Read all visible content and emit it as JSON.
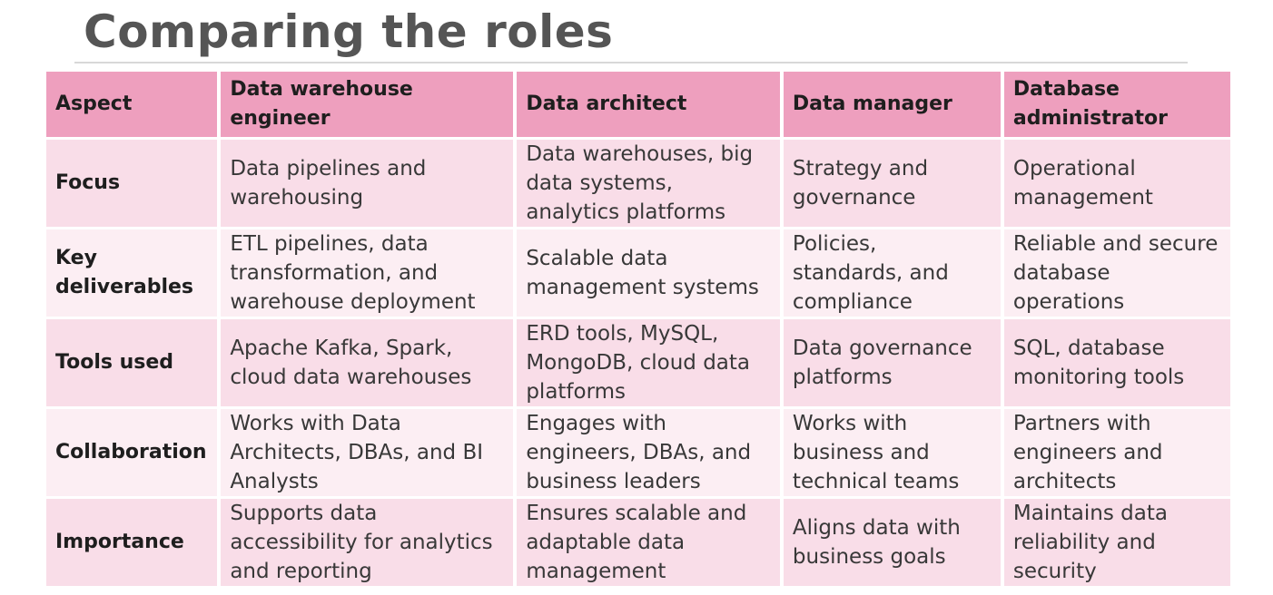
{
  "title": "Comparing the roles",
  "table": {
    "headers": [
      "Aspect",
      "Data warehouse engineer",
      "Data architect",
      "Data manager",
      "Database administrator"
    ],
    "rows": [
      {
        "aspect": "Focus",
        "cells": [
          "Data pipelines and warehousing",
          "Data warehouses, big data systems, analytics platforms",
          "Strategy and governance",
          "Operational management"
        ]
      },
      {
        "aspect": "Key deliverables",
        "cells": [
          "ETL pipelines, data transformation, and warehouse deployment",
          "Scalable data management systems",
          "Policies, standards, and compliance",
          "Reliable and secure database operations"
        ]
      },
      {
        "aspect": "Tools used",
        "cells": [
          "Apache Kafka, Spark, cloud data warehouses",
          "ERD tools, MySQL, MongoDB, cloud data platforms",
          "Data governance platforms",
          "SQL, database monitoring tools"
        ]
      },
      {
        "aspect": "Collaboration",
        "cells": [
          "Works with Data Architects, DBAs, and BI Analysts",
          "Engages with engineers, DBAs, and business leaders",
          "Works with business and technical teams",
          "Partners with engineers and architects"
        ]
      },
      {
        "aspect": "Importance",
        "cells": [
          "Supports data accessibility for analytics and reporting",
          "Ensures scalable and adaptable data management",
          "Aligns data with business goals",
          "Maintains data reliability and security"
        ]
      }
    ]
  },
  "colors": {
    "header_background": "#ee9fbe",
    "row_band_dark": "#f9dde8",
    "row_band_light": "#fceef3",
    "title_color": "#555555"
  }
}
